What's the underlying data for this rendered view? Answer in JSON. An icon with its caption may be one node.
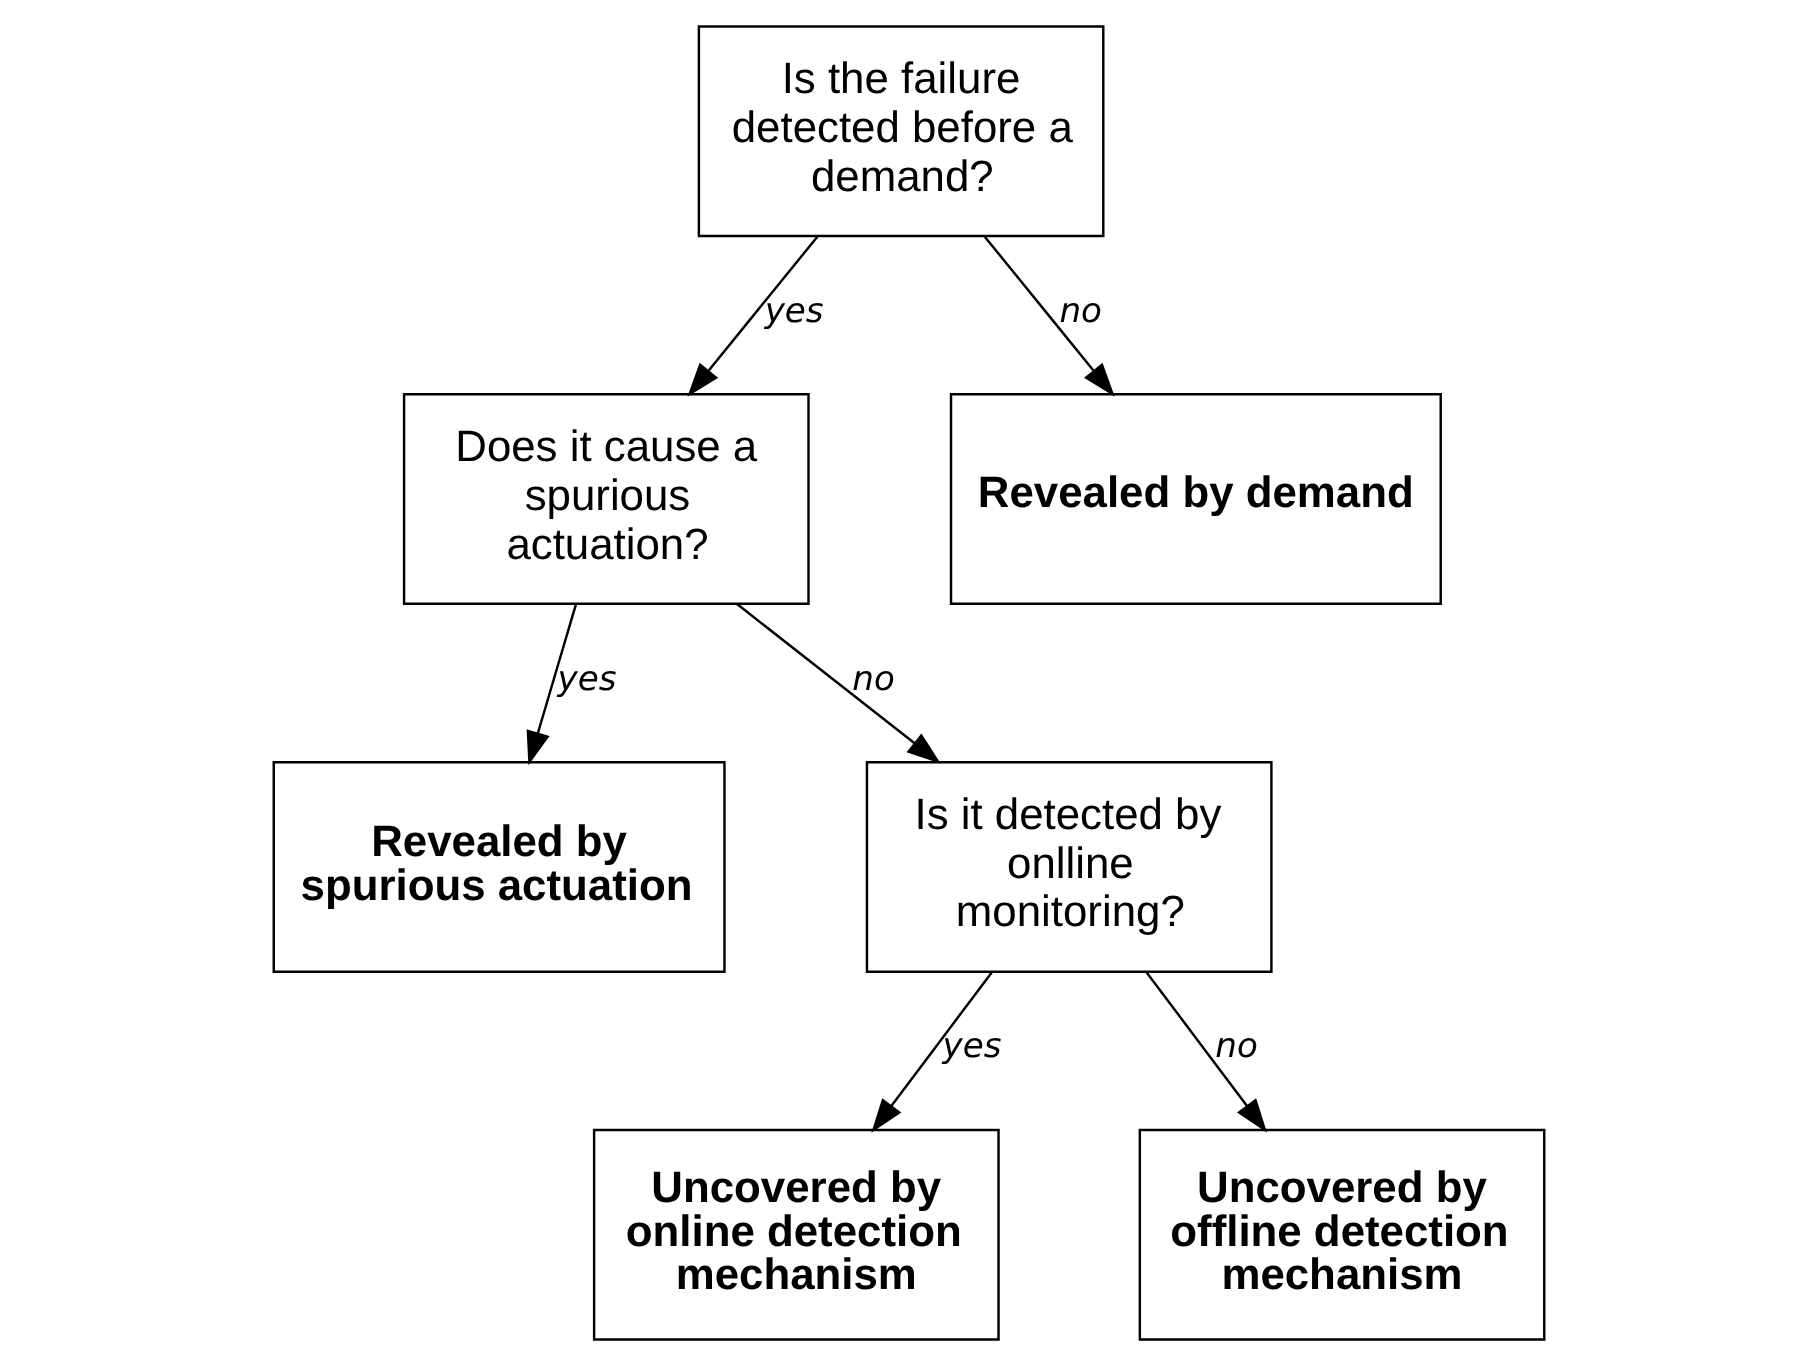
{
  "diagram": {
    "nodes": [
      {
        "text": [
          "Is the failure detected before a demand?"
        ]
      },
      {
        "text": [
          "Does it cause a spurious actuation?"
        ]
      },
      {
        "text": [
          "Revealed by demand"
        ]
      },
      {
        "text": [
          "Revealed by spurious actuation"
        ]
      },
      {
        "text": [
          "Is it detected by onlline monitoring?"
        ]
      },
      {
        "text": [
          "Uncovered by online detection mechanism"
        ]
      },
      {
        "text": [
          "Uncovered by offline detection mechanism"
        ]
      }
    ],
    "edges": [
      {
        "from": 0,
        "to": 1,
        "arrow": "to",
        "label": "yes"
      },
      {
        "from": 0,
        "to": 2,
        "arrow": "to",
        "label": "no"
      },
      {
        "from": 1,
        "to": 3,
        "arrow": "to",
        "label": "yes"
      },
      {
        "from": 1,
        "to": 4,
        "arrow": "to",
        "label": "no"
      },
      {
        "from": 4,
        "to": 5,
        "arrow": "to",
        "label": "yes"
      },
      {
        "from": 4,
        "to": 6,
        "arrow": "to",
        "label": "no"
      }
    ]
  }
}
